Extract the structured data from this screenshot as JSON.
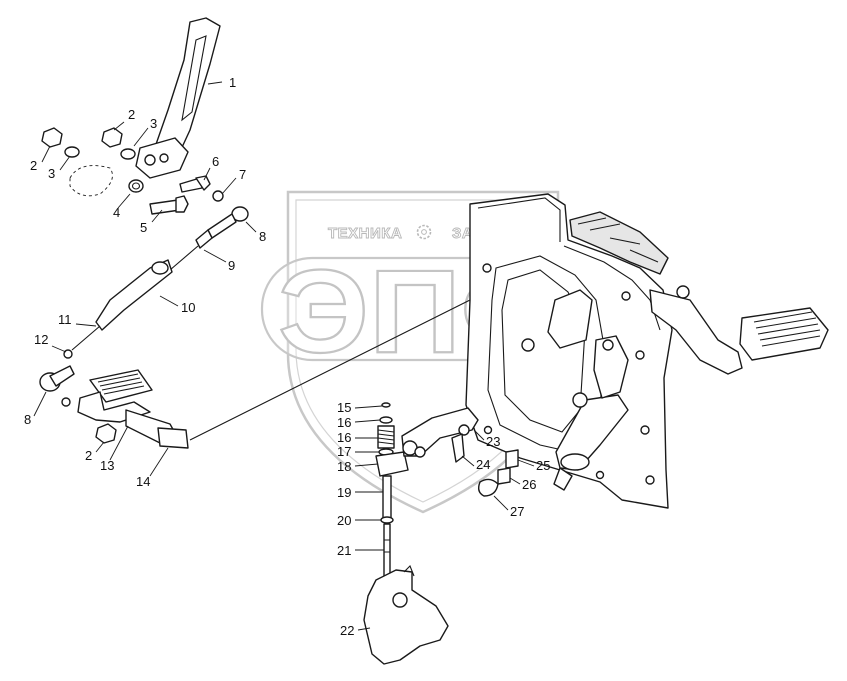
{
  "watermark": {
    "left_word": "ТЕХНИКА",
    "right_word": "ЗАПЧАСТИ",
    "logo": "ЭПФ",
    "gear_icon": "gear-icon",
    "color": "#c4c4c4"
  },
  "callouts": [
    {
      "id": "c1",
      "text": "1"
    },
    {
      "id": "c2a",
      "text": "2"
    },
    {
      "id": "c2b",
      "text": "2"
    },
    {
      "id": "c2c",
      "text": "2"
    },
    {
      "id": "c3a",
      "text": "3"
    },
    {
      "id": "c3b",
      "text": "3"
    },
    {
      "id": "c4",
      "text": "4"
    },
    {
      "id": "c5",
      "text": "5"
    },
    {
      "id": "c6",
      "text": "6"
    },
    {
      "id": "c7",
      "text": "7"
    },
    {
      "id": "c8a",
      "text": "8"
    },
    {
      "id": "c8b",
      "text": "8"
    },
    {
      "id": "c9",
      "text": "9"
    },
    {
      "id": "c10",
      "text": "10"
    },
    {
      "id": "c11",
      "text": "11"
    },
    {
      "id": "c12",
      "text": "12"
    },
    {
      "id": "c13",
      "text": "13"
    },
    {
      "id": "c14",
      "text": "14"
    },
    {
      "id": "c15",
      "text": "15"
    },
    {
      "id": "c16a",
      "text": "16"
    },
    {
      "id": "c16b",
      "text": "16"
    },
    {
      "id": "c17",
      "text": "17"
    },
    {
      "id": "c18",
      "text": "18"
    },
    {
      "id": "c19",
      "text": "19"
    },
    {
      "id": "c20",
      "text": "20"
    },
    {
      "id": "c21",
      "text": "21"
    },
    {
      "id": "c22",
      "text": "22"
    },
    {
      "id": "c23",
      "text": "23"
    },
    {
      "id": "c24",
      "text": "24"
    },
    {
      "id": "c25",
      "text": "25"
    },
    {
      "id": "c26",
      "text": "26"
    },
    {
      "id": "c27",
      "text": "27"
    }
  ]
}
